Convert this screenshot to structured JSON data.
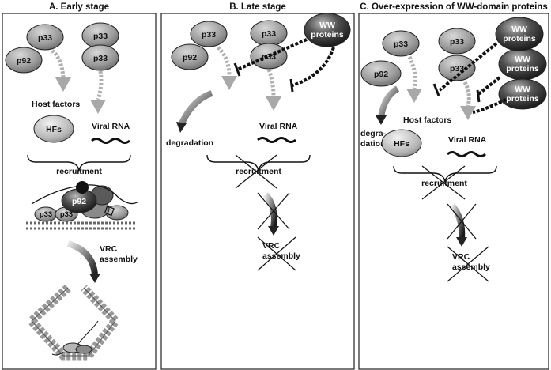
{
  "panels": [
    {
      "title": "A. Early stage"
    },
    {
      "title": "B. Late stage"
    },
    {
      "title": "C. Over-expression of WW-domain proteins"
    }
  ],
  "labels": {
    "p33": "p33",
    "p92": "p92",
    "ww_line1": "WW",
    "ww_line2": "proteins",
    "host_factors": "Host factors",
    "hfs": "HFs",
    "viral_rna": "Viral RNA",
    "recruitment": "recruitment",
    "degradation": "degradation",
    "degra_line1": "degra-",
    "degra_line2": "dation",
    "vrc_line1": "VRC",
    "vrc_line2": "assembly"
  }
}
